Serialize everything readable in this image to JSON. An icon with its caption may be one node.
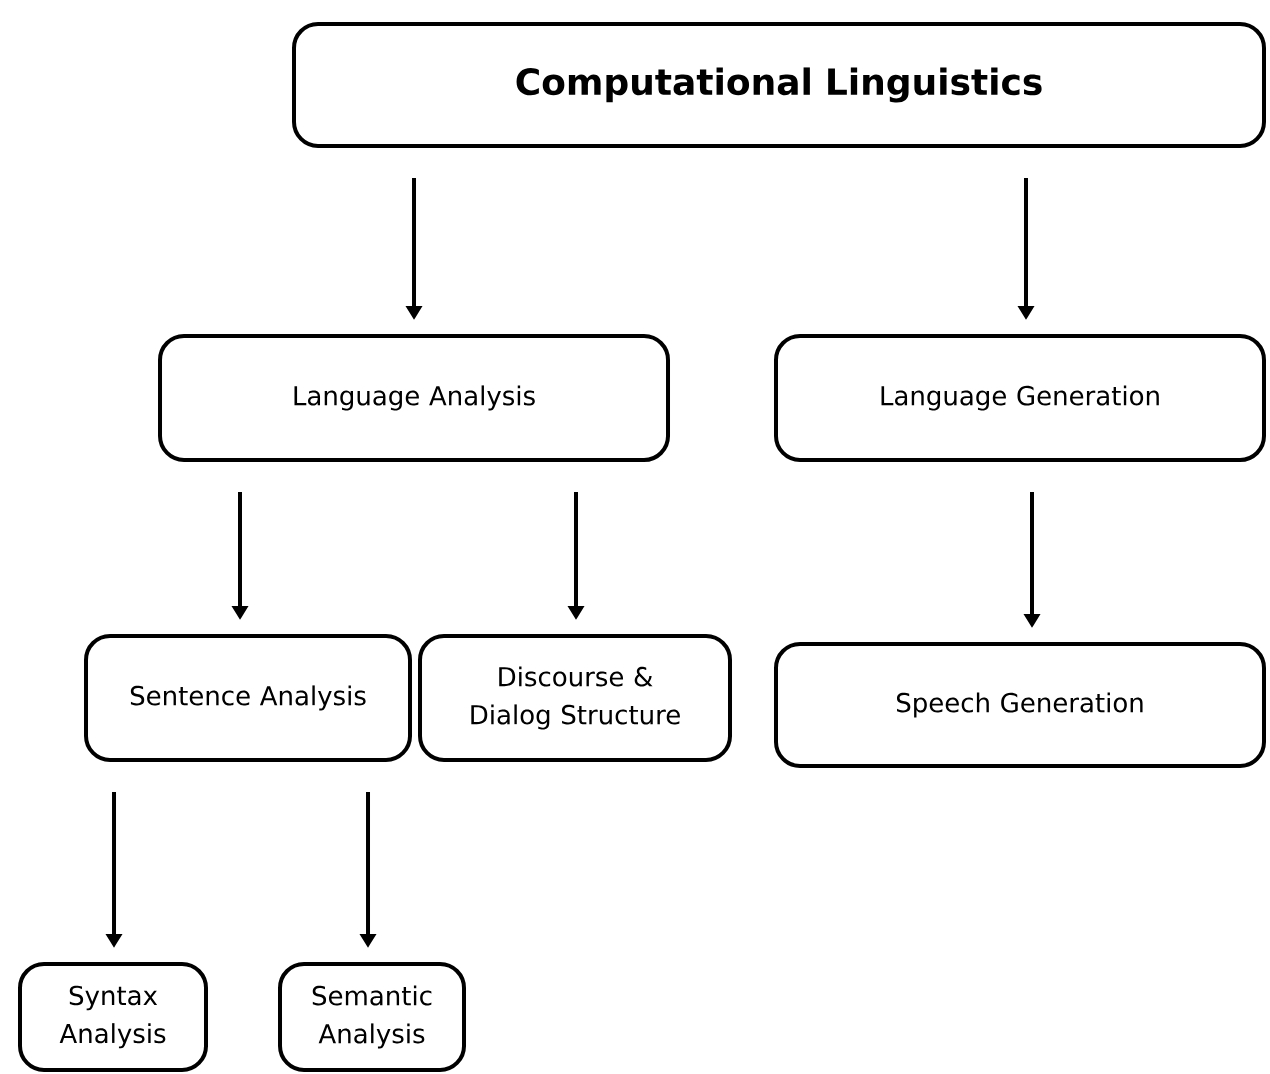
{
  "diagram": {
    "nodes": [
      {
        "text": [
          "Computational Linguistics"
        ]
      },
      {
        "text": [
          "Language Analysis"
        ]
      },
      {
        "text": [
          "Language Generation"
        ]
      },
      {
        "text": [
          "Sentence Analysis"
        ]
      },
      {
        "text": [
          "Discourse & Dialog Structure"
        ]
      },
      {
        "text": [
          "Speech Generation"
        ]
      },
      {
        "text": [
          "Syntax Analysis"
        ]
      },
      {
        "text": [
          "Semantic Analysis"
        ]
      }
    ],
    "edges": [
      {
        "from": 0,
        "to": 1,
        "arrow": "to"
      },
      {
        "from": 0,
        "to": 2,
        "arrow": "to"
      },
      {
        "from": 1,
        "to": 3,
        "arrow": "to"
      },
      {
        "from": 1,
        "to": 4,
        "arrow": "to"
      },
      {
        "from": 2,
        "to": 5,
        "arrow": "to"
      },
      {
        "from": 3,
        "to": 6,
        "arrow": "to"
      },
      {
        "from": 3,
        "to": 7,
        "arrow": "to"
      }
    ]
  }
}
